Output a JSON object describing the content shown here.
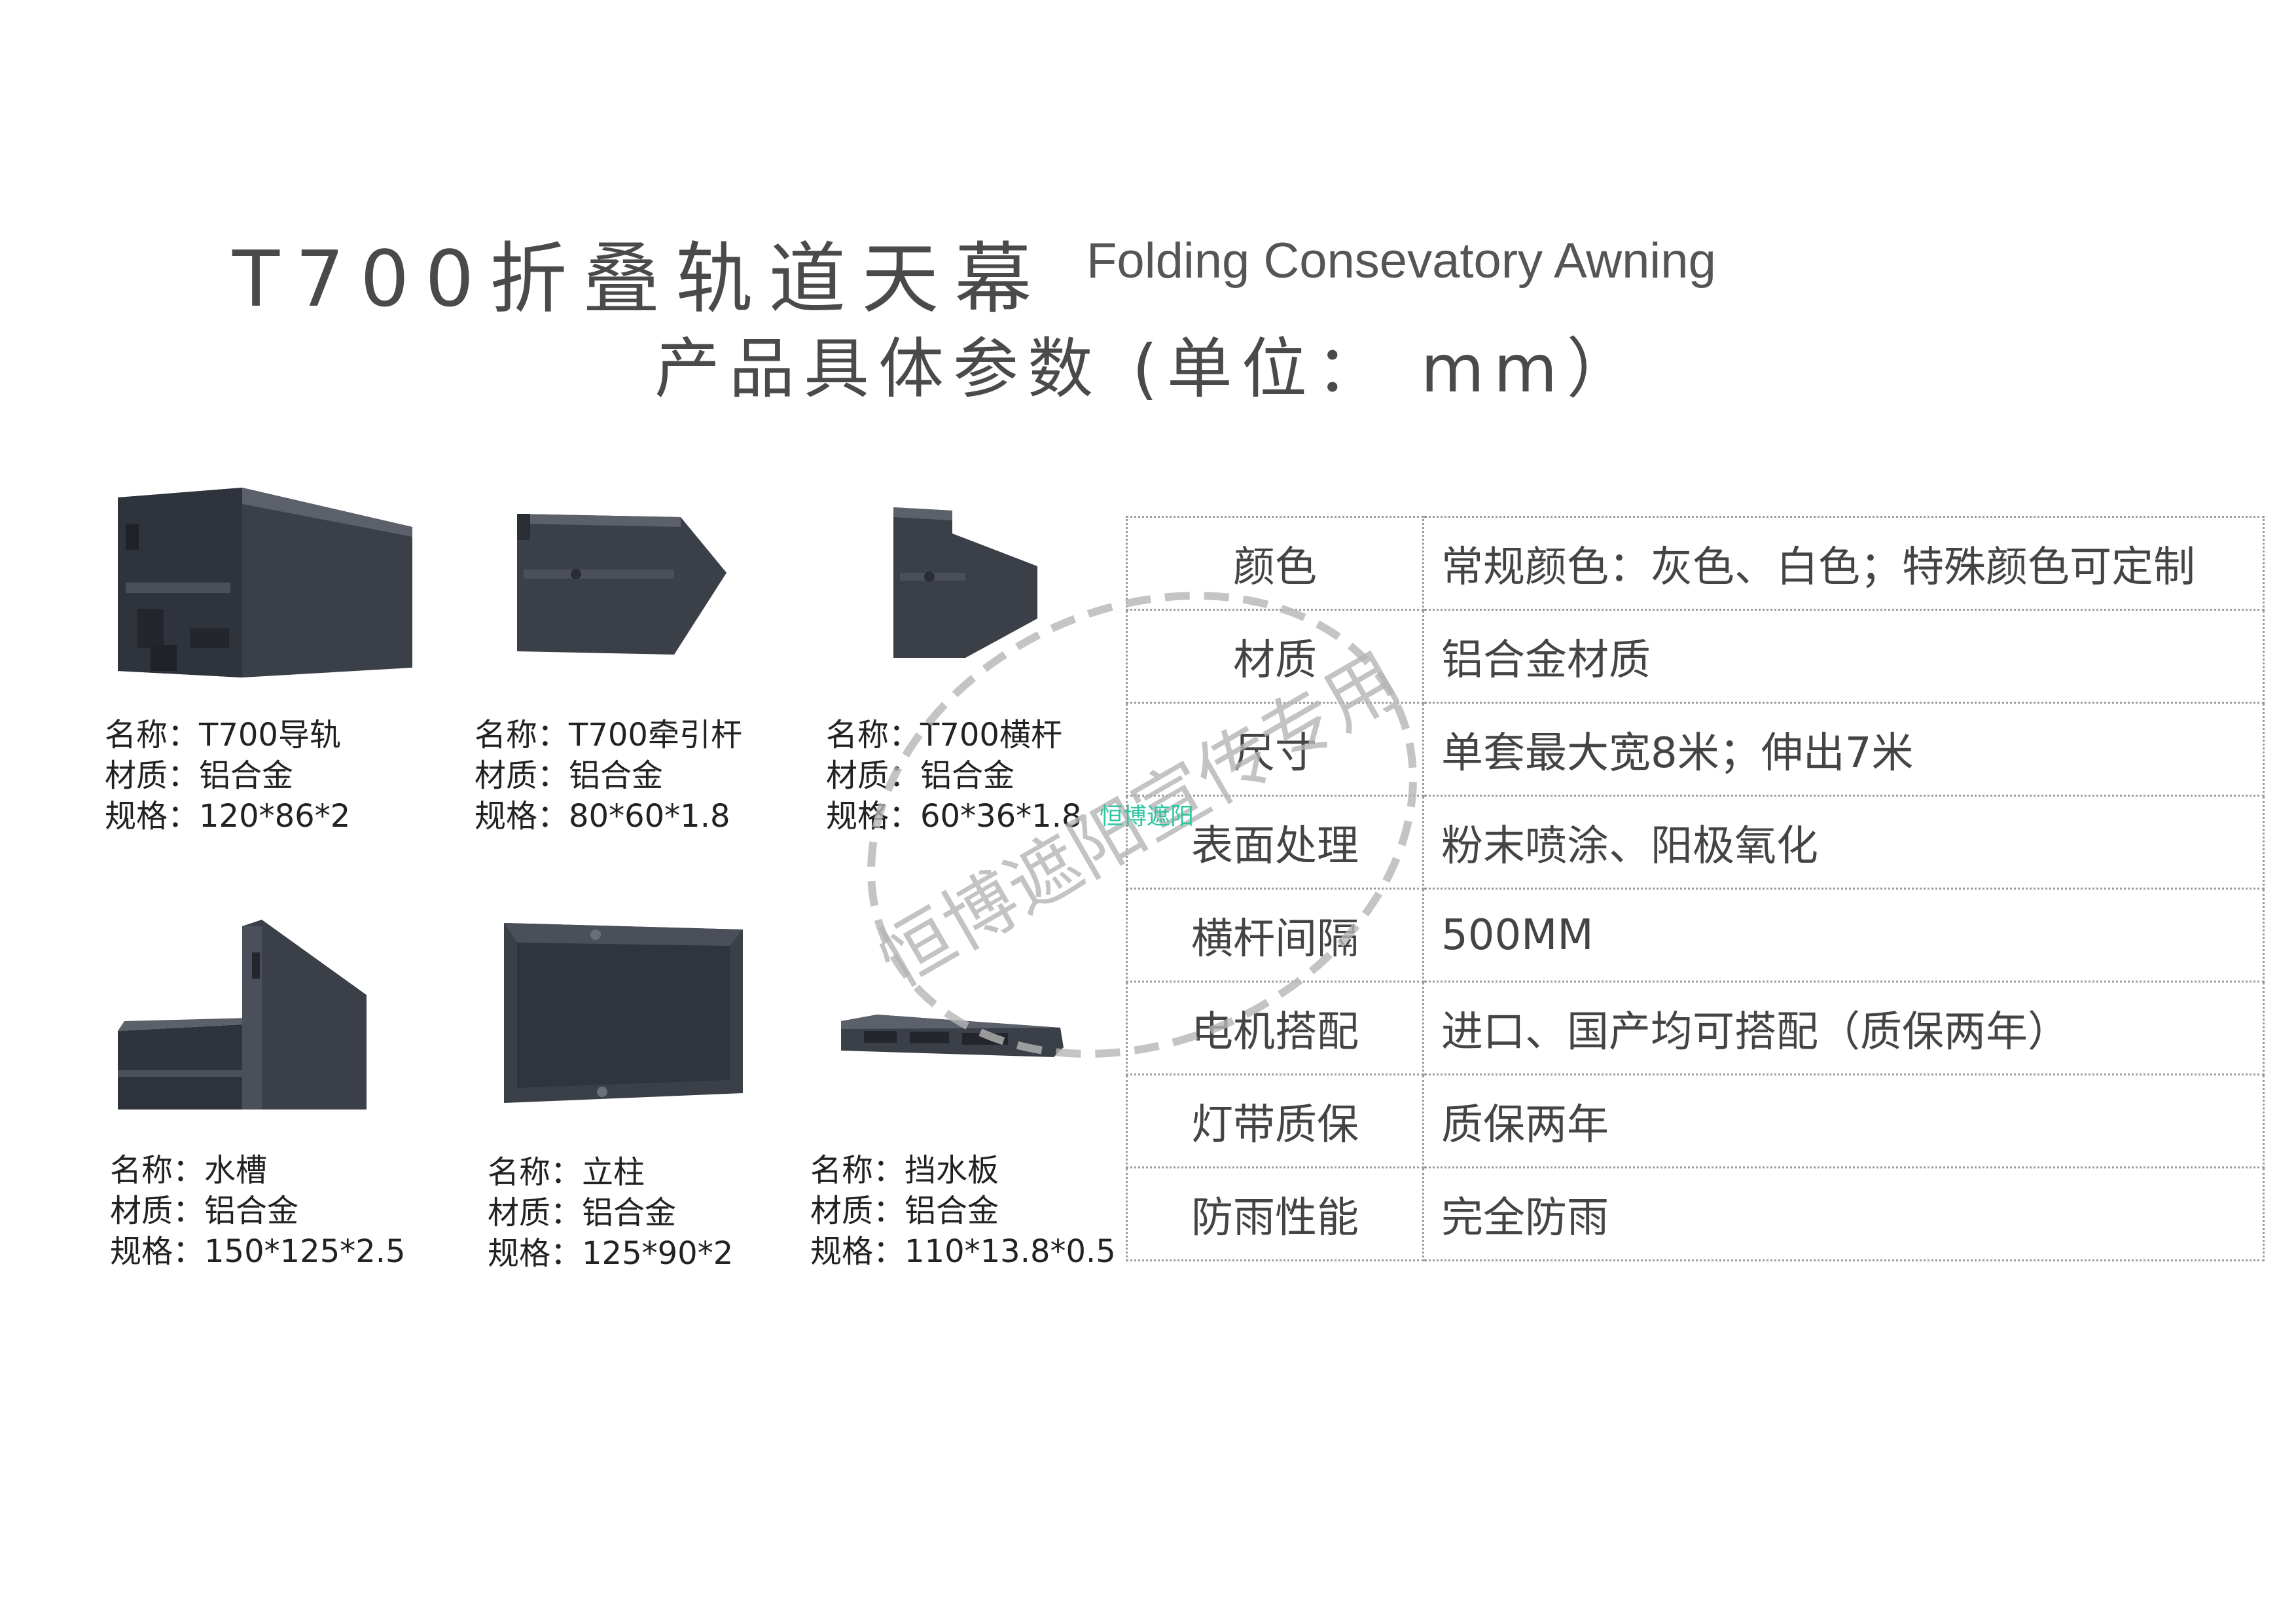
{
  "header": {
    "title_cn": "T700折叠轨道天幕",
    "title_en": "Folding Consevatory Awning",
    "subtitle": "产品具体参数 (单位： mm）"
  },
  "products": [
    {
      "name": "名称：T700导轨",
      "material": "材质：铝合金",
      "spec": "规格：120*86*2"
    },
    {
      "name": "名称：T700牵引杆",
      "material": "材质：铝合金",
      "spec": "规格：80*60*1.8"
    },
    {
      "name": "名称：T700横杆",
      "material": "材质：铝合金",
      "spec": "规格：60*36*1.8"
    },
    {
      "name": "名称：水槽",
      "material": "材质：铝合金",
      "spec": "规格：150*125*2.5"
    },
    {
      "name": "名称：立柱",
      "material": "材质：铝合金",
      "spec": "规格：125*90*2"
    },
    {
      "name": "名称：挡水板",
      "material": "材质：铝合金",
      "spec": "规格：110*13.8*0.5"
    }
  ],
  "specs": [
    {
      "key": "颜色",
      "value": "常规颜色：灰色、白色；特殊颜色可定制"
    },
    {
      "key": "材质",
      "value": "铝合金材质"
    },
    {
      "key": "尺寸",
      "value": "单套最大宽8米；伸出7米"
    },
    {
      "key": "表面处理",
      "value": "粉末喷涂、阳极氧化"
    },
    {
      "key": "横杆间隔",
      "value": "500MM"
    },
    {
      "key": "电机搭配",
      "value": "进口、国产均可搭配（质保两年）"
    },
    {
      "key": "灯带质保",
      "value": "质保两年"
    },
    {
      "key": "防雨性能",
      "value": "完全防雨"
    }
  ],
  "watermark": {
    "stamp_text": "恒博遮阳宣传专用",
    "badge_text": "恒博遮阳"
  },
  "colors": {
    "profile_dark": "#3b3f48",
    "profile_mid": "#4a4f59",
    "profile_light": "#5b606b",
    "stamp": "#b5b5b5",
    "badge": "#2ec6a0"
  }
}
